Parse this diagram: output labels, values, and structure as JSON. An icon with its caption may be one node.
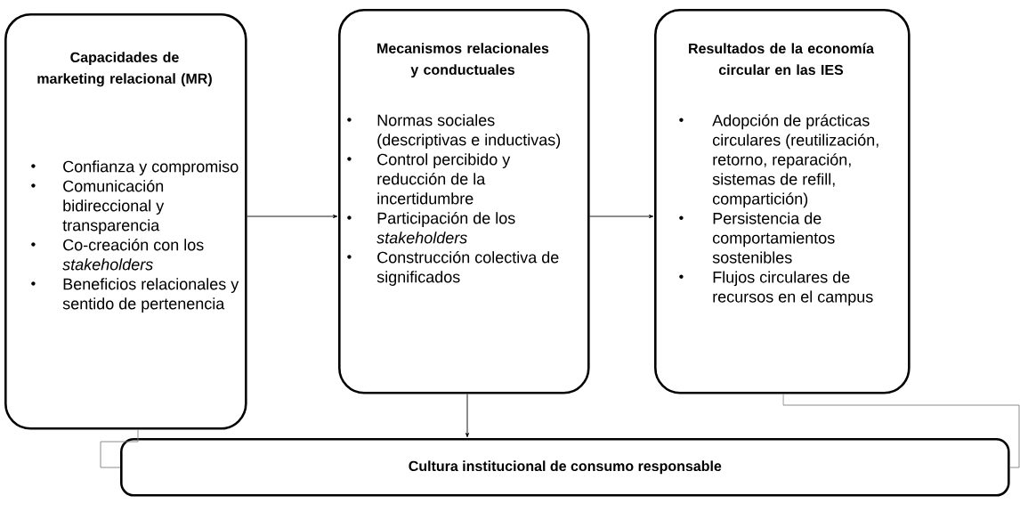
{
  "diagram": {
    "nodes": [
      {
        "text": [
          "Capacidades de marketing relacional (MR)",
          "Confianza y compromiso",
          "Comunicación bidireccional y transparencia",
          "Co-creación con los *stakeholders*",
          "Beneficios relacionales y sentido de pertenencia"
        ]
      },
      {
        "text": [
          "Mecanismos relacionales y conductuales",
          "Normas sociales (descriptivas e inductivas)",
          "Control percibido y reducción de la incertidumbre",
          "Participación de los *stakeholders*",
          "Construcción colectiva de significados"
        ]
      },
      {
        "text": [
          "Resultados de la economía circular en las IES",
          "Adopción de prácticas circulares (reutilización, retorno, reparación, sistemas de refill, compartición)",
          "Persistencia de comportamientos sostenibles",
          "Flujos circulares de recursos en el campus"
        ]
      },
      {
        "text": [
          "Cultura institucional de consumo responsable"
        ]
      }
    ],
    "edges": [
      {
        "from": 0,
        "to": 1,
        "arrow": "to"
      },
      {
        "from": 1,
        "to": 2,
        "arrow": "to"
      },
      {
        "from": 1,
        "to": 3,
        "arrow": "to"
      },
      {
        "from": 0,
        "to": 3,
        "arrow": "none",
        "color": "#7f7f7f"
      },
      {
        "from": 2,
        "to": 3,
        "arrow": "none",
        "color": "#7f7f7f"
      }
    ]
  }
}
